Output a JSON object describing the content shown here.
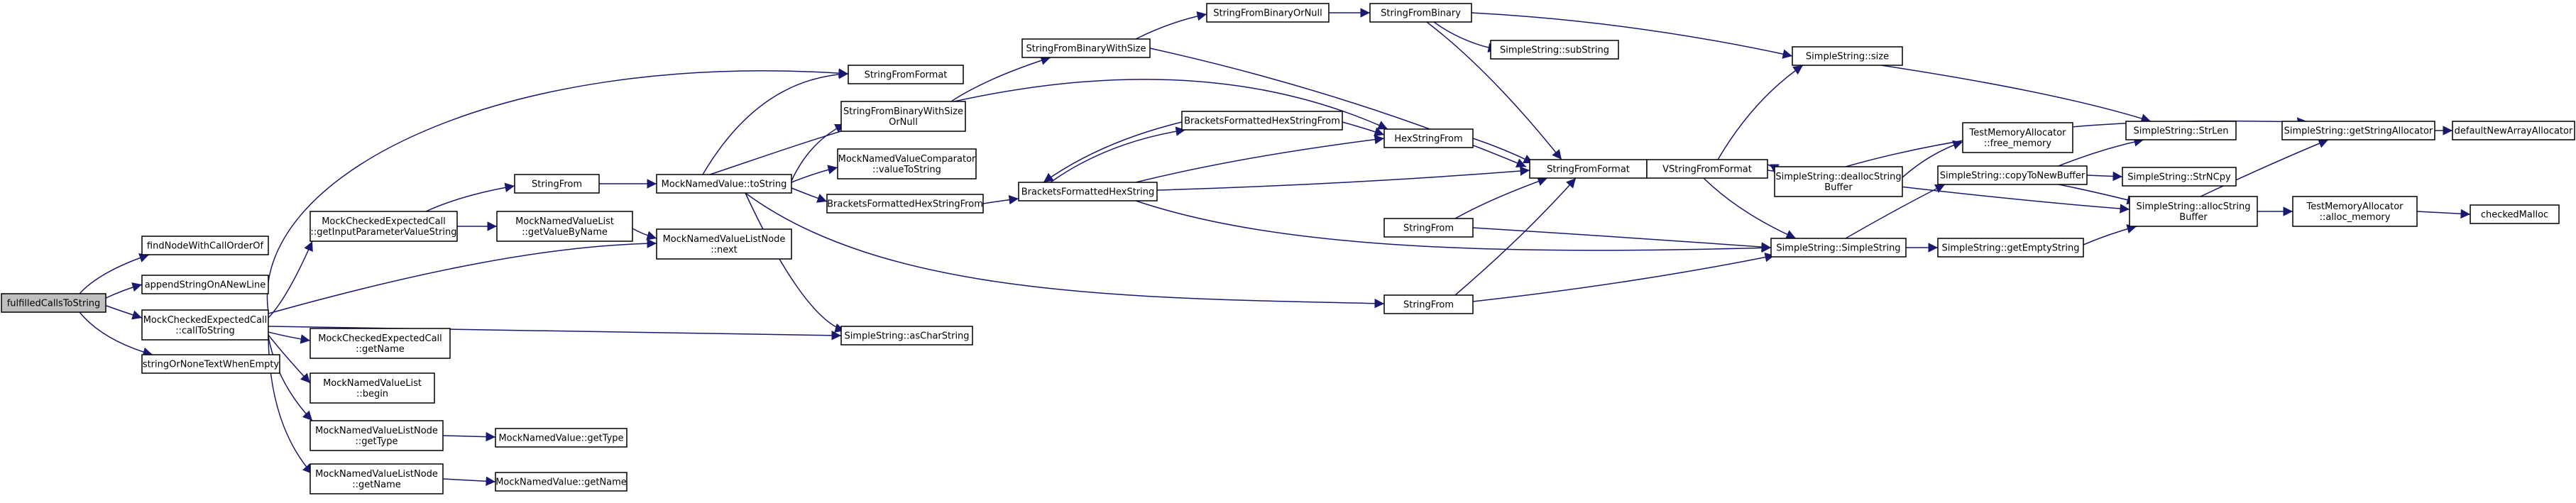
{
  "colors": {
    "edge": "#191970",
    "node_fill": "#ffffff",
    "root_fill": "#bfbfbf",
    "border": "#000000"
  },
  "nodes": [
    {
      "id": "n0",
      "lines": [
        "fulfilledCallsToString"
      ],
      "root": true
    },
    {
      "id": "n1",
      "lines": [
        "findNodeWithCallOrderOf"
      ]
    },
    {
      "id": "n2",
      "lines": [
        "appendStringOnANewLine"
      ]
    },
    {
      "id": "n3",
      "lines": [
        "MockCheckedExpectedCall",
        "::callToString"
      ]
    },
    {
      "id": "n4",
      "lines": [
        "stringOrNoneTextWhenEmpty"
      ]
    },
    {
      "id": "n5",
      "lines": [
        "MockCheckedExpectedCall",
        "::getInputParameterValueString"
      ]
    },
    {
      "id": "n6",
      "lines": [
        "MockCheckedExpectedCall",
        "::getName"
      ]
    },
    {
      "id": "n7",
      "lines": [
        "MockNamedValueList",
        "::begin"
      ]
    },
    {
      "id": "n8",
      "lines": [
        "MockNamedValueListNode",
        "::getType"
      ]
    },
    {
      "id": "n9",
      "lines": [
        "MockNamedValueListNode",
        "::getName"
      ]
    },
    {
      "id": "n10",
      "lines": [
        "StringFrom"
      ]
    },
    {
      "id": "n11",
      "lines": [
        "MockNamedValueList",
        "::getValueByName"
      ]
    },
    {
      "id": "n12",
      "lines": [
        "MockNamedValueListNode",
        "::next"
      ]
    },
    {
      "id": "n13",
      "lines": [
        "MockNamedValue::getType"
      ]
    },
    {
      "id": "n14",
      "lines": [
        "MockNamedValue::getName"
      ]
    },
    {
      "id": "n15",
      "lines": [
        "MockNamedValue::toString"
      ]
    },
    {
      "id": "n16",
      "lines": [
        "StringFromFormat"
      ]
    },
    {
      "id": "n17",
      "lines": [
        "StringFromBinaryWithSize",
        "OrNull"
      ]
    },
    {
      "id": "n18",
      "lines": [
        "MockNamedValueComparator",
        "::valueToString"
      ]
    },
    {
      "id": "n19",
      "lines": [
        "BracketsFormattedHexStringFrom"
      ]
    },
    {
      "id": "n20",
      "lines": [
        "SimpleString::asCharString"
      ]
    },
    {
      "id": "n21",
      "lines": [
        "StringFromBinaryWithSize"
      ]
    },
    {
      "id": "n22",
      "lines": [
        "BracketsFormattedHexString"
      ]
    },
    {
      "id": "n23",
      "lines": [
        "StringFromBinaryOrNull"
      ]
    },
    {
      "id": "n24",
      "lines": [
        "BracketsFormattedHexStringFrom"
      ]
    },
    {
      "id": "n25",
      "lines": [
        "StringFrom"
      ]
    },
    {
      "id": "n26",
      "lines": [
        "StringFrom"
      ]
    },
    {
      "id": "n27",
      "lines": [
        "StringFromBinary"
      ]
    },
    {
      "id": "n28",
      "lines": [
        "HexStringFrom"
      ]
    },
    {
      "id": "n29",
      "lines": [
        "SimpleString::subString"
      ]
    },
    {
      "id": "n30",
      "lines": [
        "StringFromFormat"
      ]
    },
    {
      "id": "n31",
      "lines": [
        "VStringFromFormat"
      ]
    },
    {
      "id": "n32",
      "lines": [
        "SimpleString::size"
      ]
    },
    {
      "id": "n33",
      "lines": [
        "SimpleString::deallocString",
        "Buffer"
      ]
    },
    {
      "id": "n34",
      "lines": [
        "SimpleString::SimpleString"
      ]
    },
    {
      "id": "n35",
      "lines": [
        "TestMemoryAllocator",
        "::free_memory"
      ]
    },
    {
      "id": "n36",
      "lines": [
        "SimpleString::getEmptyString"
      ]
    },
    {
      "id": "n37",
      "lines": [
        "SimpleString::StrLen"
      ]
    },
    {
      "id": "n38",
      "lines": [
        "SimpleString::copyToNewBuffer"
      ]
    },
    {
      "id": "n39",
      "lines": [
        "SimpleString::StrNCpy"
      ]
    },
    {
      "id": "n40",
      "lines": [
        "SimpleString::allocString",
        "Buffer"
      ]
    },
    {
      "id": "n41",
      "lines": [
        "SimpleString::getStringAllocator"
      ]
    },
    {
      "id": "n42",
      "lines": [
        "TestMemoryAllocator",
        "::alloc_memory"
      ]
    },
    {
      "id": "n43",
      "lines": [
        "defaultNewArrayAllocator"
      ]
    },
    {
      "id": "n44",
      "lines": [
        "checkedMalloc"
      ]
    }
  ]
}
